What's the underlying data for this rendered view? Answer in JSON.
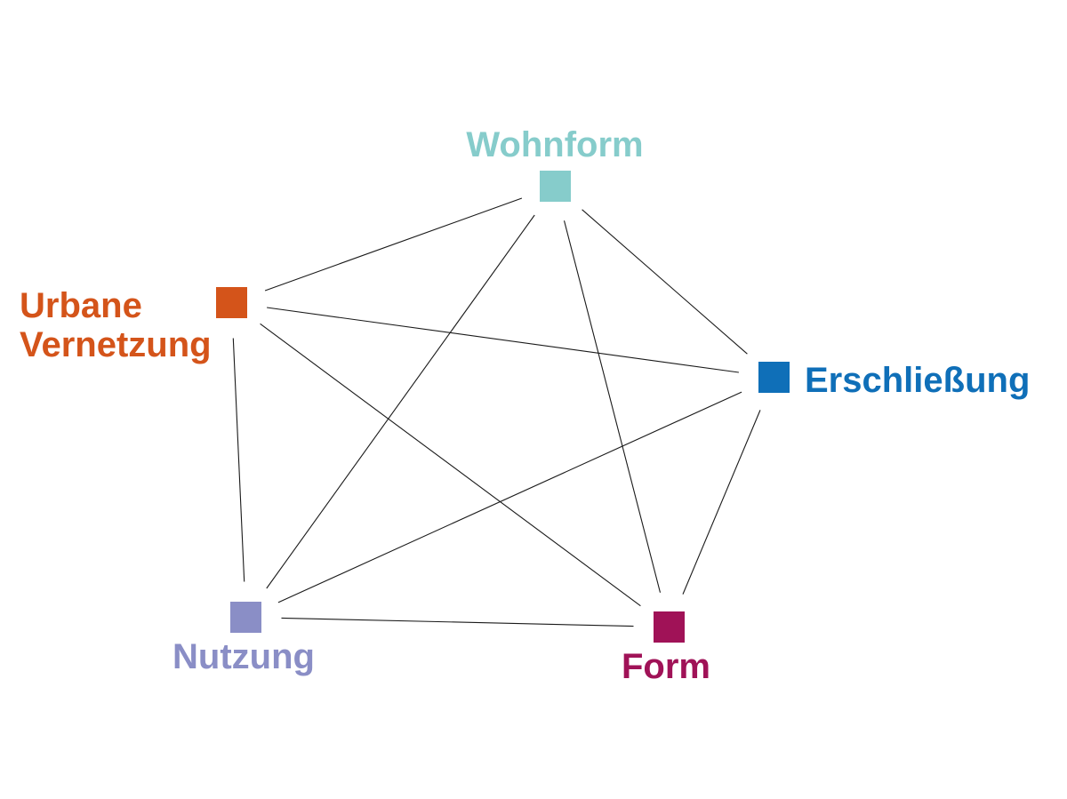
{
  "diagram": {
    "nodes": [
      {
        "id": "wohnform",
        "lines": [
          "Wohnform"
        ],
        "color": "#86cccb"
      },
      {
        "id": "urbane-vernetzung",
        "lines": [
          "Urbane",
          "Vernetzung"
        ],
        "color": "#d4541a"
      },
      {
        "id": "erschliessung",
        "lines": [
          "Erschließung"
        ],
        "color": "#0f6fb8"
      },
      {
        "id": "nutzung",
        "lines": [
          "Nutzung"
        ],
        "color": "#8a8ec6"
      },
      {
        "id": "form",
        "lines": [
          "Form"
        ],
        "color": "#a01257"
      }
    ],
    "edges": [
      [
        "wohnform",
        "urbane-vernetzung"
      ],
      [
        "wohnform",
        "erschliessung"
      ],
      [
        "wohnform",
        "nutzung"
      ],
      [
        "wohnform",
        "form"
      ],
      [
        "urbane-vernetzung",
        "erschliessung"
      ],
      [
        "urbane-vernetzung",
        "nutzung"
      ],
      [
        "urbane-vernetzung",
        "form"
      ],
      [
        "erschliessung",
        "nutzung"
      ],
      [
        "erschliessung",
        "form"
      ],
      [
        "nutzung",
        "form"
      ]
    ]
  }
}
